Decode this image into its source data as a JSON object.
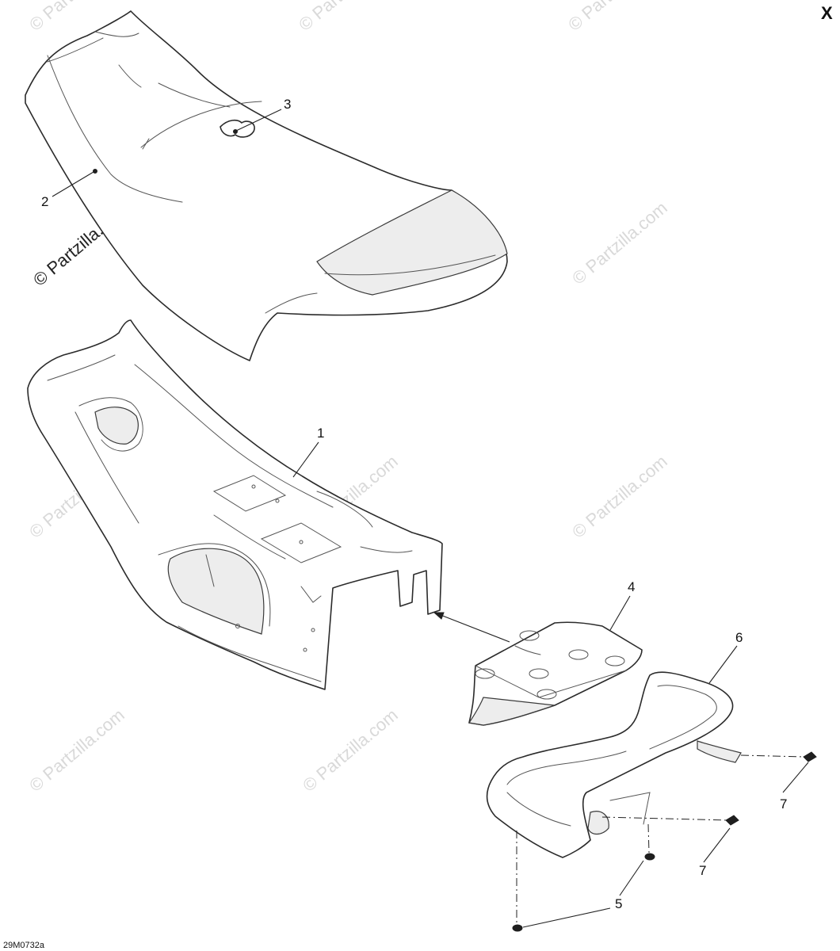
{
  "corner_mark": "X",
  "drawing_code": "29M0732a",
  "watermark": "© Partzilla.com",
  "callouts": {
    "c1": "1",
    "c2": "2",
    "c3": "3",
    "c4": "4",
    "c5": "5",
    "c6": "6",
    "c7a": "7",
    "c7b": "7"
  }
}
